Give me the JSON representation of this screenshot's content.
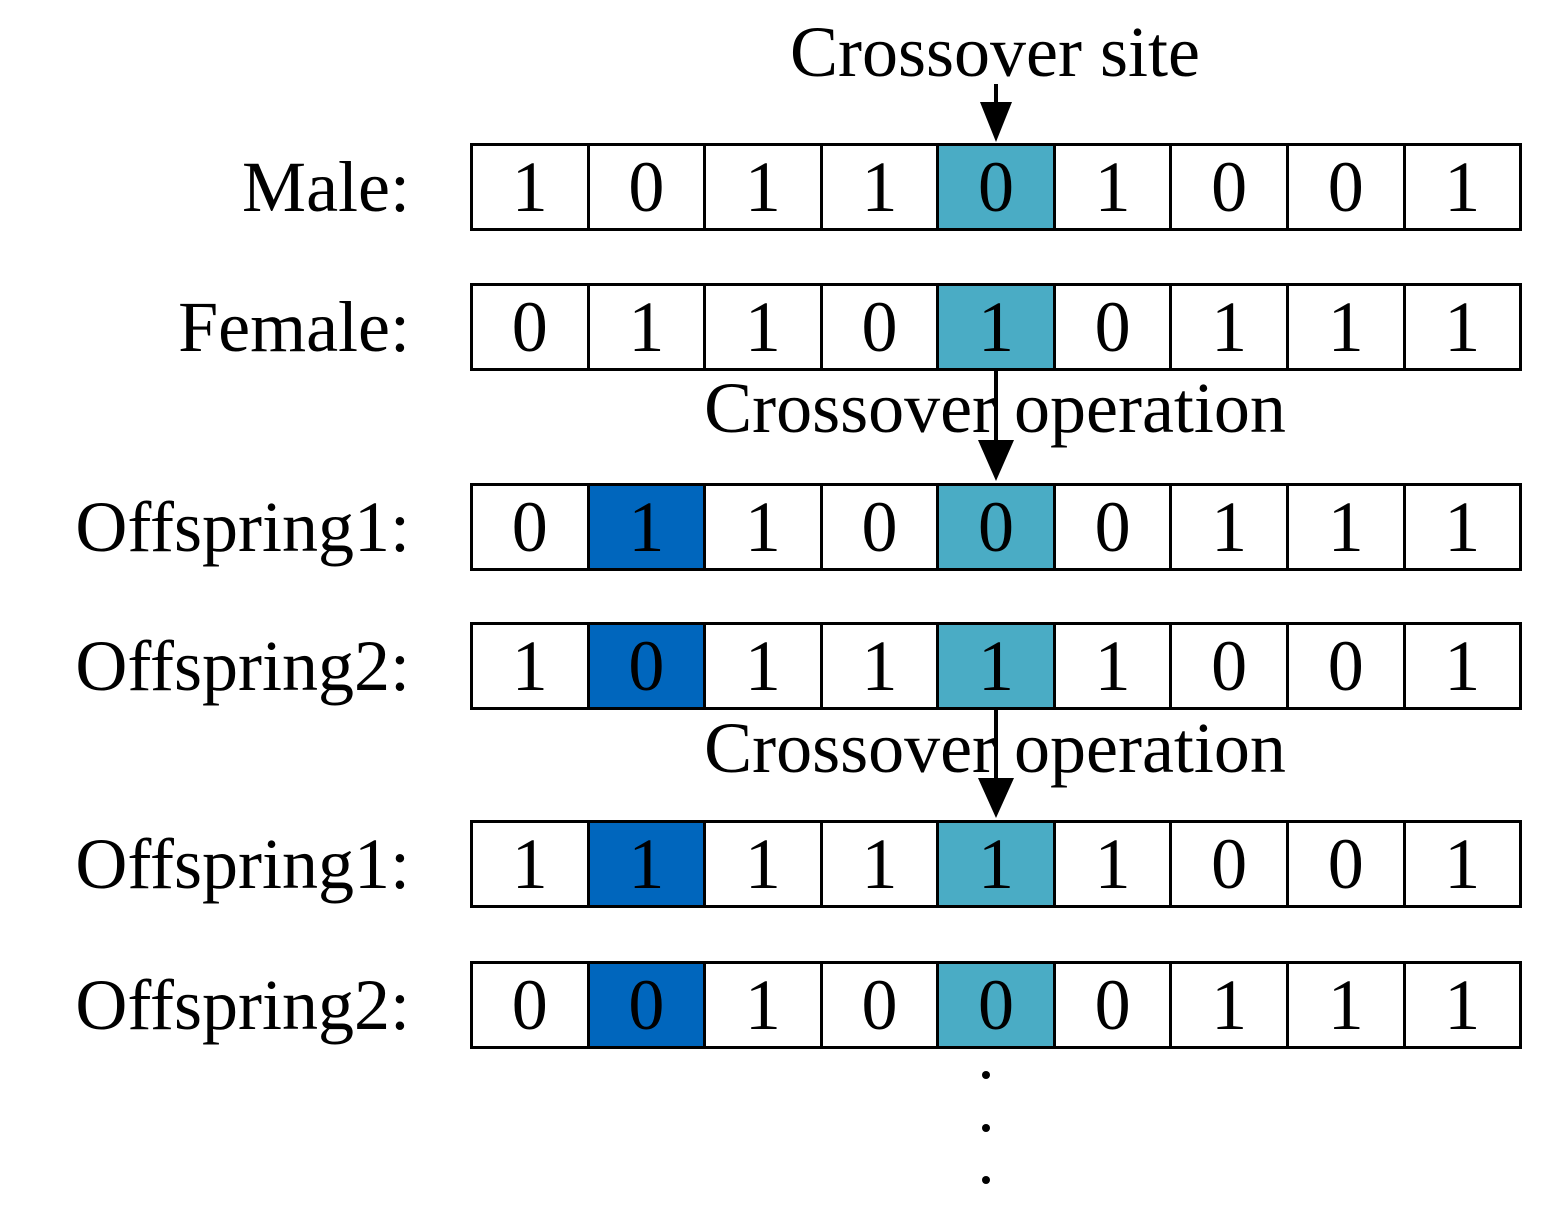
{
  "labels": {
    "crossover_site": "Crossover site",
    "crossover_operation_1": "Crossover operation",
    "crossover_operation_2": "Crossover operation"
  },
  "colors": {
    "crossover_site_cell": "#4aacc5",
    "swapped_gene_cell": "#0066bd"
  },
  "rows": [
    {
      "label": "Male:",
      "bits": [
        "1",
        "0",
        "1",
        "1",
        "0",
        "1",
        "0",
        "0",
        "1"
      ]
    },
    {
      "label": "Female:",
      "bits": [
        "0",
        "1",
        "1",
        "0",
        "1",
        "0",
        "1",
        "1",
        "1"
      ]
    },
    {
      "label": "Offspring1:",
      "bits": [
        "0",
        "1",
        "1",
        "0",
        "0",
        "0",
        "1",
        "1",
        "1"
      ]
    },
    {
      "label": "Offspring2:",
      "bits": [
        "1",
        "0",
        "1",
        "1",
        "1",
        "1",
        "0",
        "0",
        "1"
      ]
    },
    {
      "label": "Offspring1:",
      "bits": [
        "1",
        "1",
        "1",
        "1",
        "1",
        "1",
        "0",
        "0",
        "1"
      ]
    },
    {
      "label": "Offspring2:",
      "bits": [
        "0",
        "0",
        "1",
        "0",
        "0",
        "0",
        "1",
        "1",
        "1"
      ]
    }
  ]
}
